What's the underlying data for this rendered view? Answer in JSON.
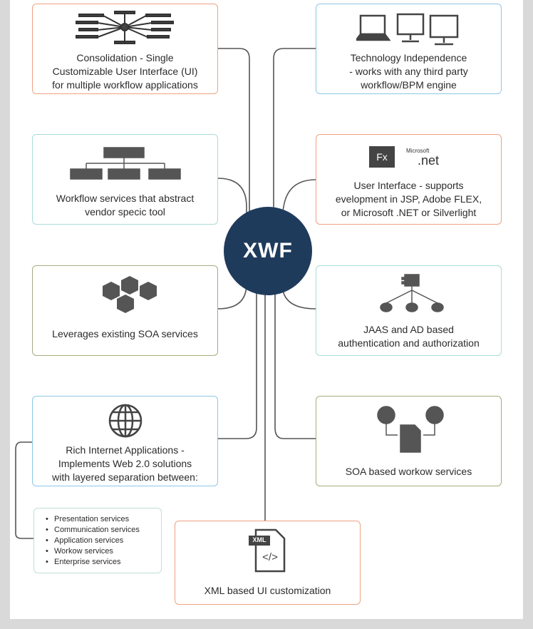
{
  "hub": {
    "label": "XWF"
  },
  "colors": {
    "hub": "#1f3b5c",
    "orange": "#f0a183",
    "teal": "#a9ddd6",
    "blue": "#8cc8e6",
    "olive": "#a7ad7e"
  },
  "boxes": {
    "consolidation": {
      "lines": [
        "Consolidation - Single",
        "Customizable User Interface (UI)",
        "for multiple workflow applications"
      ],
      "icon": "hub-network-icon"
    },
    "technology": {
      "lines": [
        "Technology Independence",
        "- works with any third party",
        "workflow/BPM engine"
      ],
      "icon": "devices-icon"
    },
    "workflow": {
      "lines": [
        "Workflow services that abstract",
        "vendor specic tool"
      ],
      "icon": "org-chart-icon"
    },
    "ui": {
      "lines": [
        "User Interface - supports",
        "evelopment in JSP, Adobe FLEX,",
        "or Microsoft .NET or Silverlight"
      ],
      "icon": "flex-dotnet-icon",
      "fx_label": "Fx",
      "ms_label": "Microsoft",
      "net_label": ".net"
    },
    "soa_leverage": {
      "lines": [
        "Leverages existing SOA services"
      ],
      "icon": "hexagons-icon"
    },
    "jaas": {
      "lines": [
        "JAAS and AD based",
        "authentication and authorization"
      ],
      "icon": "database-tree-icon"
    },
    "ria": {
      "lines": [
        "Rich Internet Applications -",
        "Implements Web 2.0 solutions",
        "with layered separation between:"
      ],
      "icon": "globe-icon"
    },
    "soa_workflow": {
      "lines": [
        "SOA based workow services"
      ],
      "icon": "document-flow-icon"
    },
    "xml": {
      "lines": [
        "XML based UI customization"
      ],
      "icon": "xml-file-icon",
      "xml_label": "XML",
      "code_label": "</>"
    }
  },
  "services_list": [
    "Presentation services",
    "Communication services",
    "Application services",
    "Workow services",
    "Enterprise services"
  ]
}
